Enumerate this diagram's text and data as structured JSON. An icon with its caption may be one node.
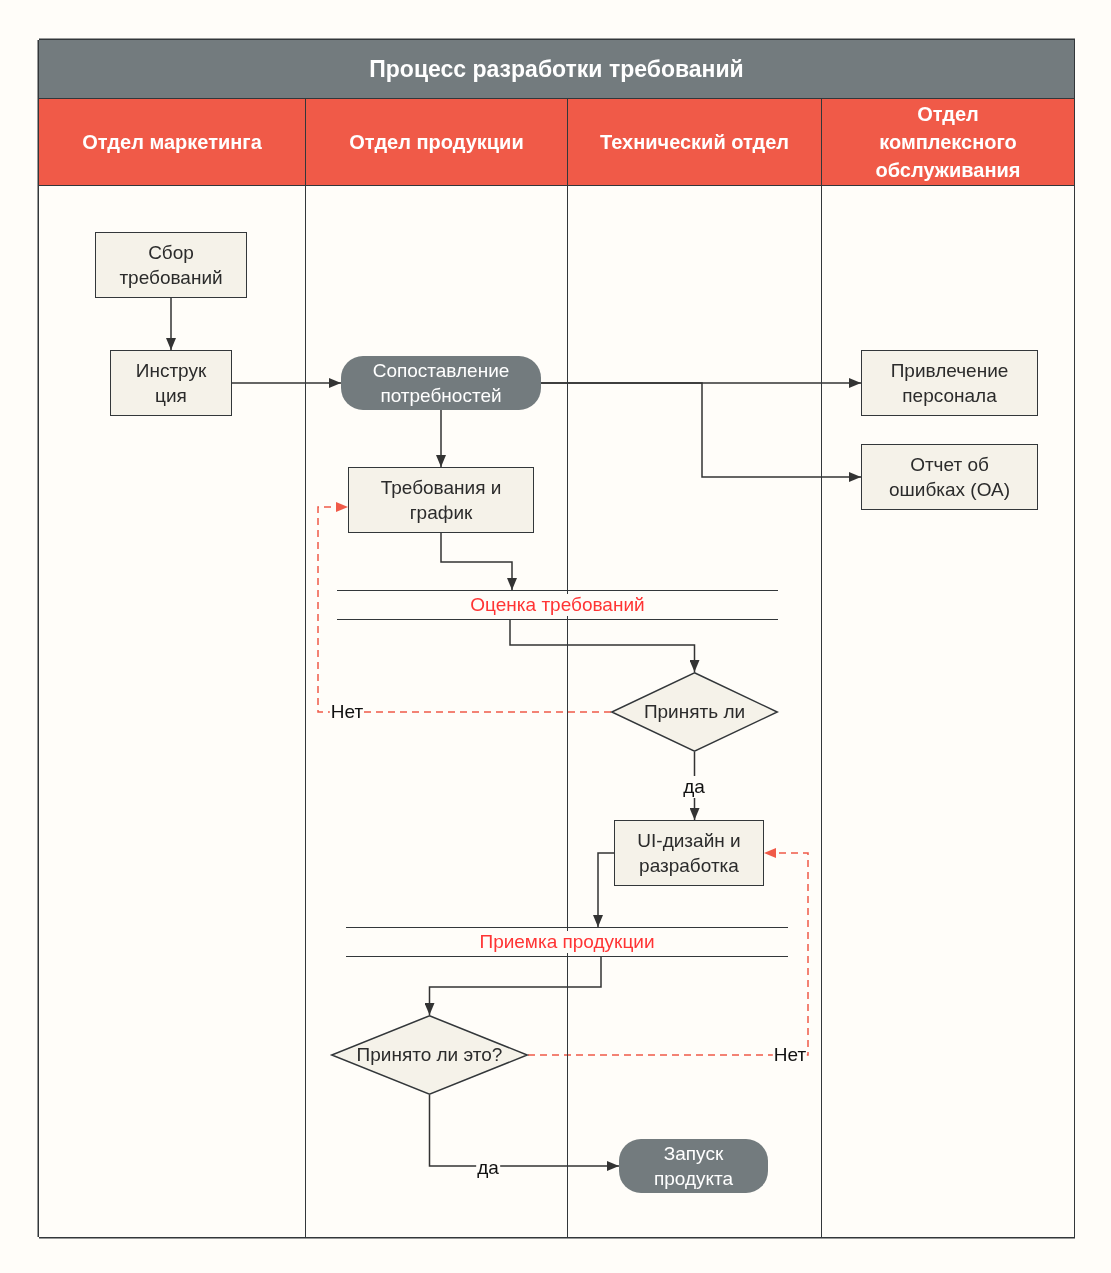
{
  "diagram": {
    "nodes": [
      {
        "text": [
          "Процесс разработки требований"
        ]
      },
      {
        "text": [
          "Отдел маркетинга"
        ],
        "in": 0
      },
      {
        "text": [
          "Отдел продукции"
        ],
        "in": 0
      },
      {
        "text": [
          "Технический отдел"
        ],
        "in": 0
      },
      {
        "text": [
          "Отдел комплексного обслуживания"
        ],
        "in": 0
      },
      {
        "text": [
          "Сбор требований"
        ],
        "in": 1
      },
      {
        "text": [
          "Инструк ция"
        ],
        "in": 1
      },
      {
        "text": [
          "Сопоставление потребностей"
        ],
        "in": 2
      },
      {
        "text": [
          "Привлечение персонала"
        ],
        "in": 4
      },
      {
        "text": [
          "Отчет об ошибках (ОА)"
        ],
        "in": 4
      },
      {
        "text": [
          "Требования и график"
        ],
        "in": 2
      },
      {
        "text": [
          "Оценка требований"
        ],
        "in": 0
      },
      {
        "text": [
          "Принять ли"
        ],
        "in": 3
      },
      {
        "text": [
          "UI-дизайн и разработка"
        ],
        "in": 3
      },
      {
        "text": [
          "Приемка продукции"
        ],
        "in": 0
      },
      {
        "text": [
          "Принято ли это?"
        ],
        "in": 2
      },
      {
        "text": [
          "Запуск продукта"
        ],
        "in": 3
      }
    ],
    "edges": [
      {
        "from": 5,
        "to": 6,
        "arrow": "to"
      },
      {
        "from": 6,
        "to": 7,
        "arrow": "to"
      },
      {
        "from": 7,
        "to": 8,
        "arrow": "to"
      },
      {
        "from": 7,
        "to": 9,
        "arrow": "to"
      },
      {
        "from": 7,
        "to": 10,
        "arrow": "to"
      },
      {
        "from": 10,
        "to": 11,
        "arrow": "to"
      },
      {
        "from": 11,
        "to": 12,
        "arrow": "to"
      },
      {
        "from": 12,
        "to": 10,
        "arrow": "to",
        "label": "Нет",
        "style": "dashed",
        "color": "#f05a48"
      },
      {
        "from": 12,
        "to": 13,
        "arrow": "to",
        "label": "да"
      },
      {
        "from": 13,
        "to": 14,
        "arrow": "to"
      },
      {
        "from": 14,
        "to": 15,
        "arrow": "to"
      },
      {
        "from": 15,
        "to": 13,
        "arrow": "to",
        "label": "Нет",
        "style": "dashed",
        "color": "#f05a48"
      },
      {
        "from": 15,
        "to": 16,
        "arrow": "to",
        "label": "да"
      }
    ]
  }
}
